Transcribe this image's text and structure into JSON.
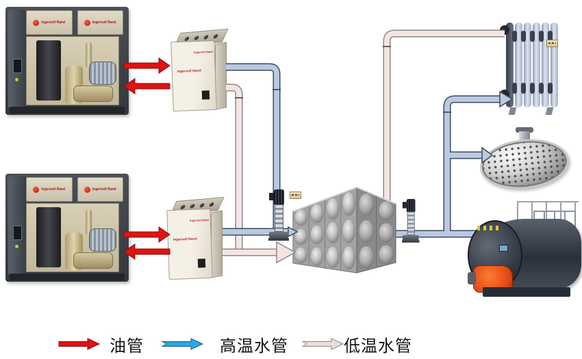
{
  "legend": {
    "items": [
      {
        "id": "oil-pipe",
        "label": "油管",
        "arrow_color": "#e01212",
        "border_color": "#8a0d0d"
      },
      {
        "id": "high-temp-water-pipe",
        "label": "高温水管",
        "arrow_color": "#2aa7e0",
        "border_color": "#17618c"
      },
      {
        "id": "low-temp-water-pipe",
        "label": "低温水管",
        "arrow_color": "#ecdcdc",
        "border_color": "#8d8780"
      }
    ]
  },
  "brand": {
    "name": "Ingersoll Rand"
  },
  "equipment": {
    "air_compressor_1": {
      "type": "rotary screw air compressor",
      "brand": "Ingersoll Rand"
    },
    "air_compressor_2": {
      "type": "rotary screw air compressor",
      "brand": "Ingersoll Rand"
    },
    "heat_recovery_unit_1": {
      "type": "heat recovery cabinet",
      "brand": "Ingersoll Rand"
    },
    "heat_recovery_unit_2": {
      "type": "heat recovery cabinet",
      "brand": "Ingersoll Rand"
    },
    "water_tank": {
      "type": "stainless steel panel water tank"
    },
    "pump_left": {
      "type": "vertical multistage pump"
    },
    "pump_right": {
      "type": "vertical multistage pump"
    },
    "radiator": {
      "type": "heating radiator"
    },
    "shower_head": {
      "type": "rain shower head"
    },
    "boiler": {
      "type": "fuel fired boiler"
    }
  },
  "pipe_colors": {
    "oil": "#e01212",
    "high_temp_water_fill": "#b9c9e2",
    "high_temp_water_edge": "#3f4a58",
    "low_temp_water_fill": "#f4e5e4",
    "low_temp_water_edge": "#8d8780"
  }
}
